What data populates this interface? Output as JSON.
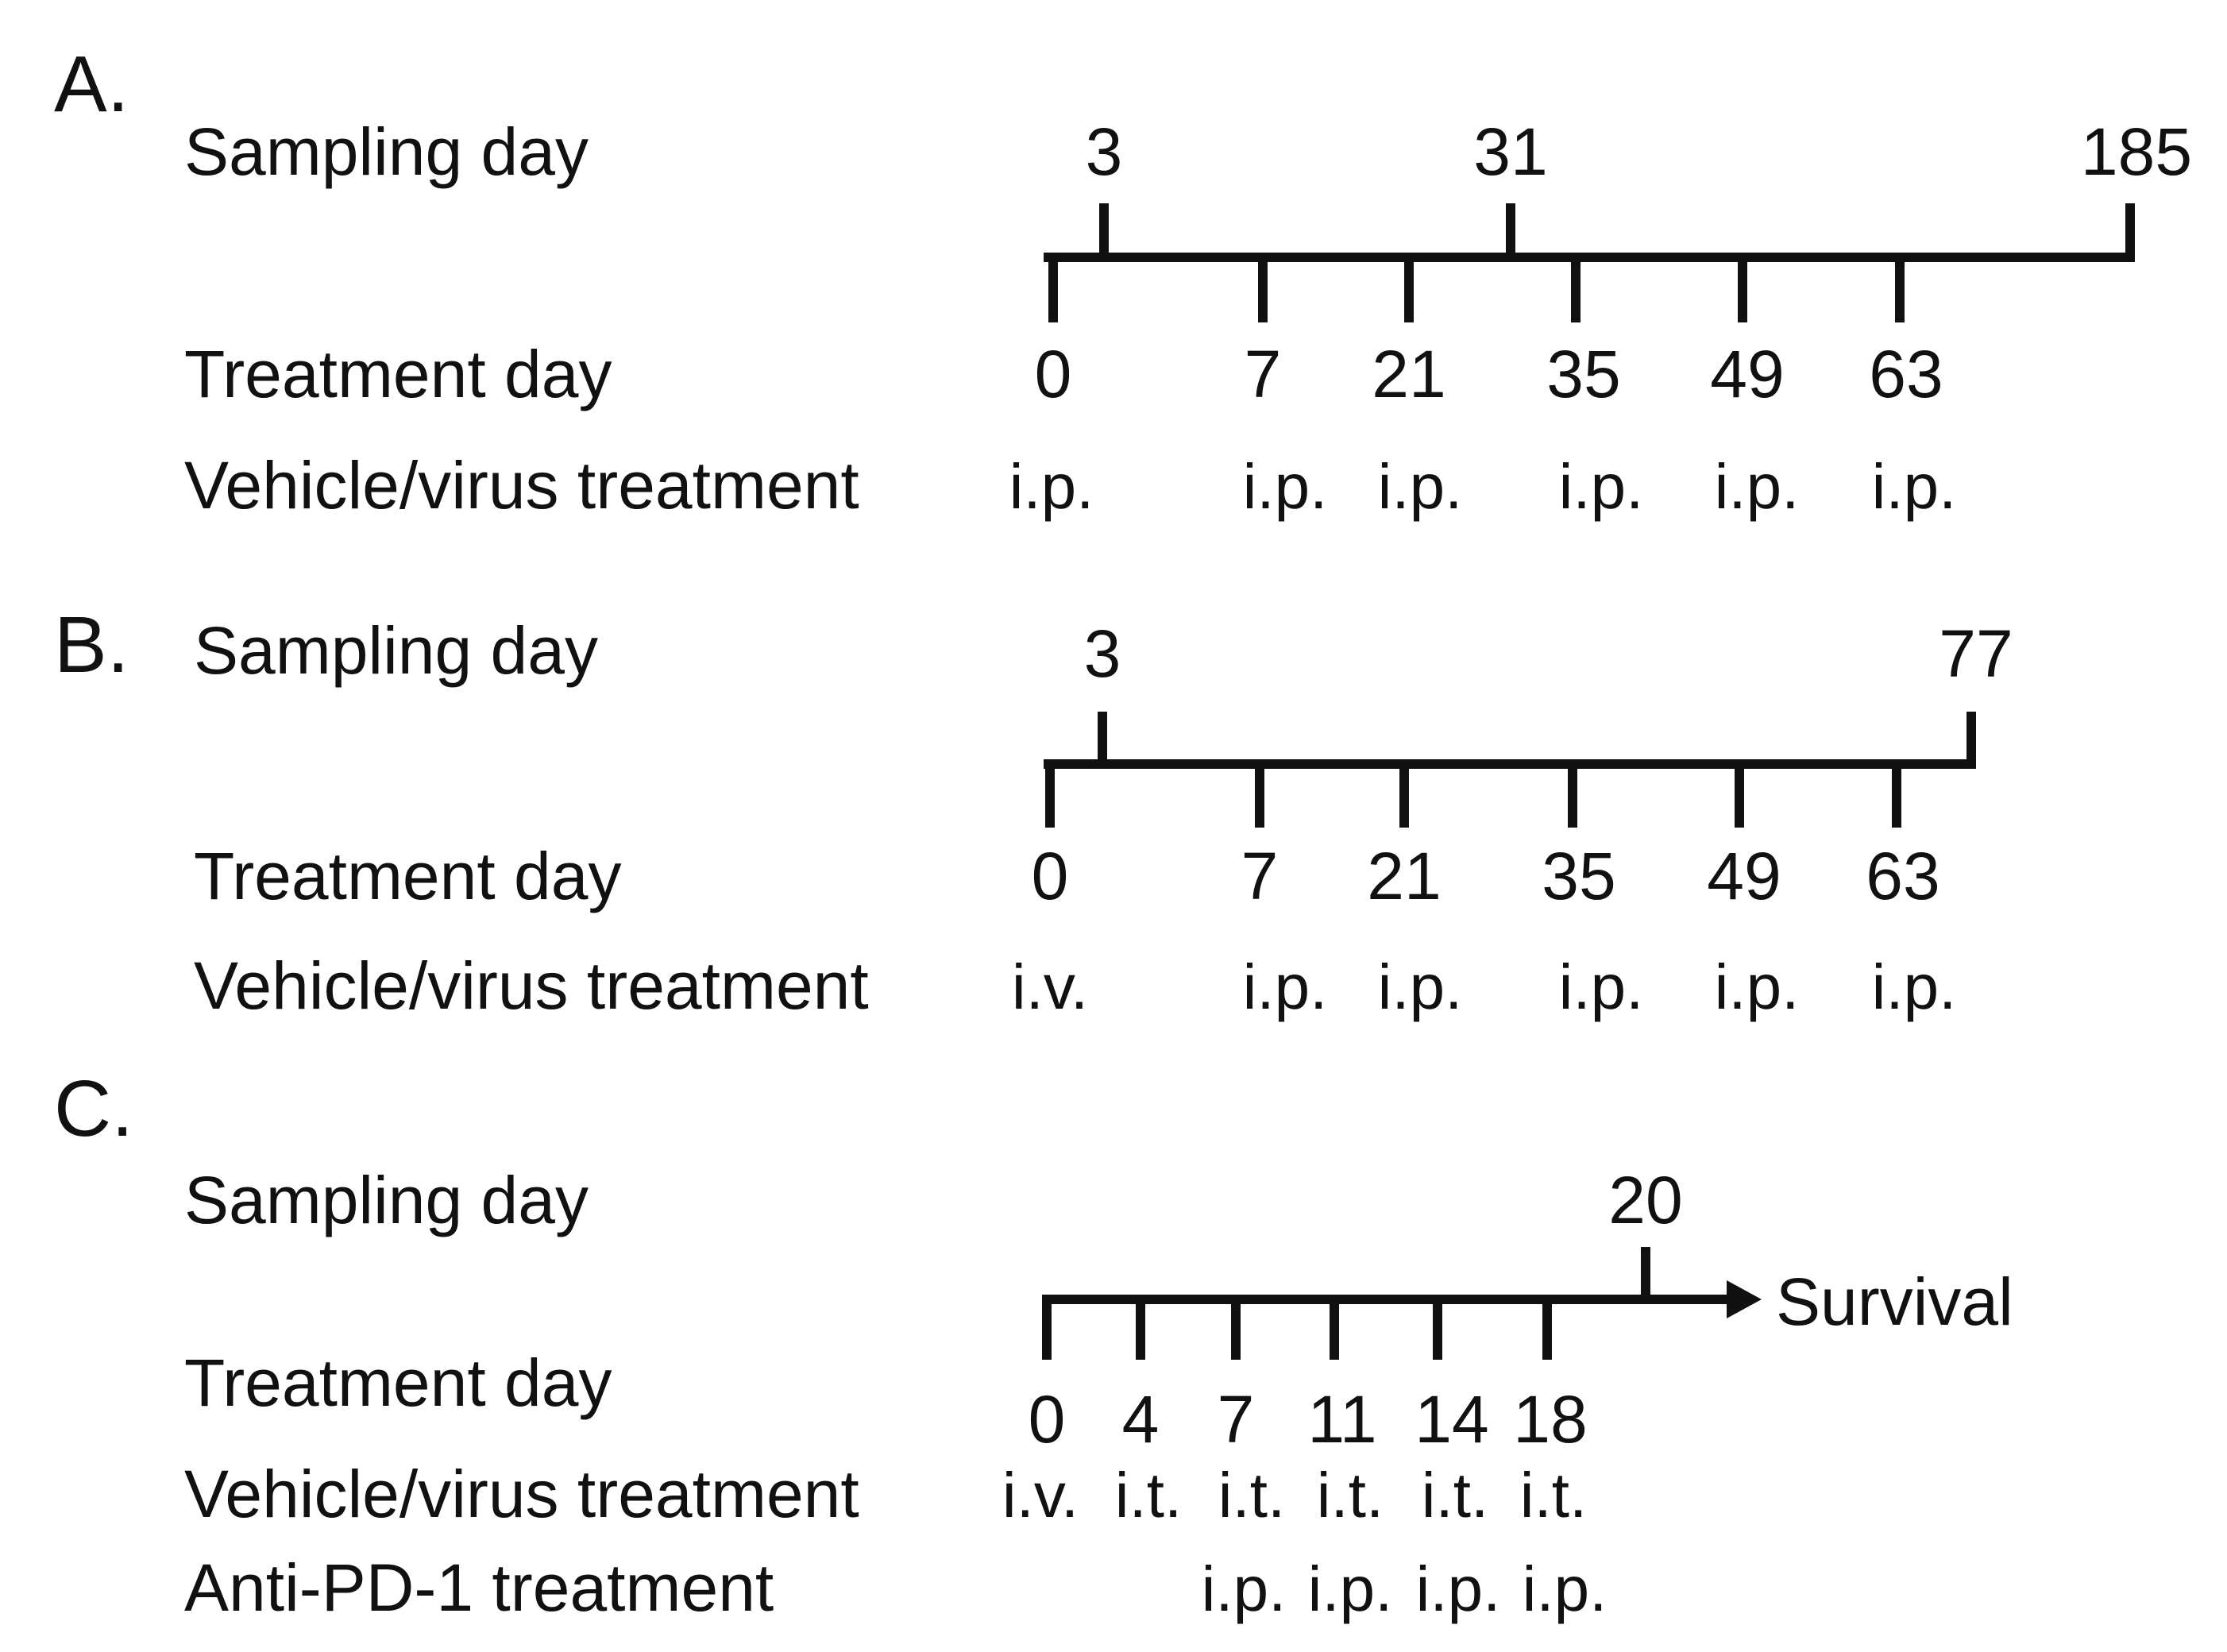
{
  "panels": [
    {
      "label": "A.",
      "sampling_label": "Sampling day",
      "sampling_days": [
        "3",
        "31",
        "185"
      ],
      "treatment_label": "Treatment day",
      "treatment_days": [
        "0",
        "7",
        "21",
        "35",
        "49",
        "63"
      ],
      "vehicle_label": "Vehicle/virus treatment",
      "vehicle_routes": [
        "i.p.",
        "i.p.",
        "i.p.",
        "i.p.",
        "i.p.",
        "i.p."
      ]
    },
    {
      "label": "B.",
      "sampling_label": "Sampling day",
      "sampling_days": [
        "3",
        "77"
      ],
      "treatment_label": "Treatment day",
      "treatment_days": [
        "0",
        "7",
        "21",
        "35",
        "49",
        "63"
      ],
      "vehicle_label": "Vehicle/virus treatment",
      "vehicle_routes": [
        "i.v.",
        "i.p.",
        "i.p.",
        "i.p.",
        "i.p.",
        "i.p."
      ]
    },
    {
      "label": "C.",
      "sampling_label": "Sampling day",
      "sampling_days": [
        "20"
      ],
      "endpoint_label": "Survival",
      "treatment_label": "Treatment day",
      "treatment_days": [
        "0",
        "4",
        "7",
        "11",
        "14",
        "18"
      ],
      "vehicle_label": "Vehicle/virus treatment",
      "vehicle_routes": [
        "i.v.",
        "i.t.",
        "i.t.",
        "i.t.",
        "i.t.",
        "i.t."
      ],
      "antipd1_label": "Anti-PD-1 treatment",
      "antipd1_routes": [
        "i.p.",
        "i.p.",
        "i.p.",
        "i.p."
      ]
    }
  ]
}
